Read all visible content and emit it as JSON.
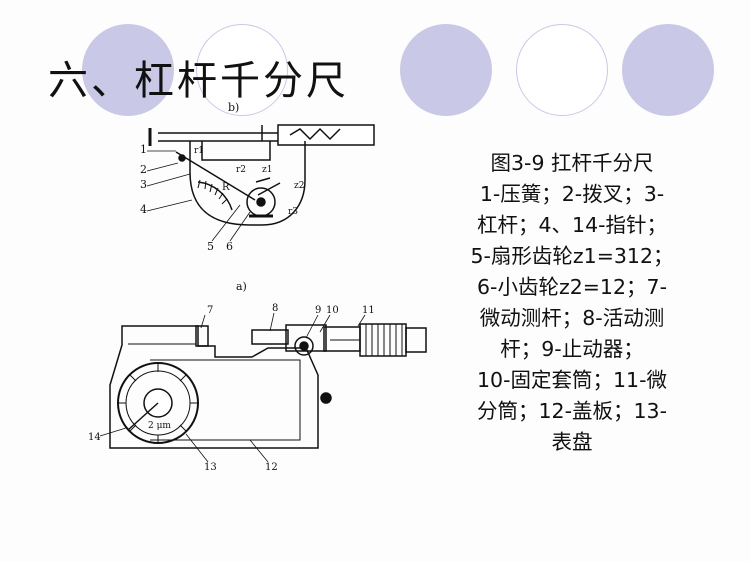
{
  "slide": {
    "title": "六、杠杆千分尺",
    "caption_lines": [
      "图3-9  扛杆千分尺",
      "1-压簧；2-拨叉；3-",
      "杠杆；4、14-指针；",
      "5-扇形齿轮z1=312；",
      "6-小齿轮z2=12；7-",
      "微动测杆；8-活动测",
      "杆；9-止动器；",
      "10-固定套筒；11-微",
      "分筒；12-盖板；13-",
      "表盘"
    ],
    "accent_color": "#c9c8e6"
  },
  "figure_b": {
    "panel_label": "b)",
    "callouts": [
      "1",
      "2",
      "3",
      "4",
      "5",
      "6",
      "r1",
      "r2",
      "R",
      "z1",
      "z2",
      "r3"
    ]
  },
  "figure_a": {
    "panel_label": "a)",
    "callouts": [
      "7",
      "8",
      "9",
      "10",
      "11",
      "14",
      "13",
      "12"
    ],
    "dial_unit": "2 μm"
  }
}
